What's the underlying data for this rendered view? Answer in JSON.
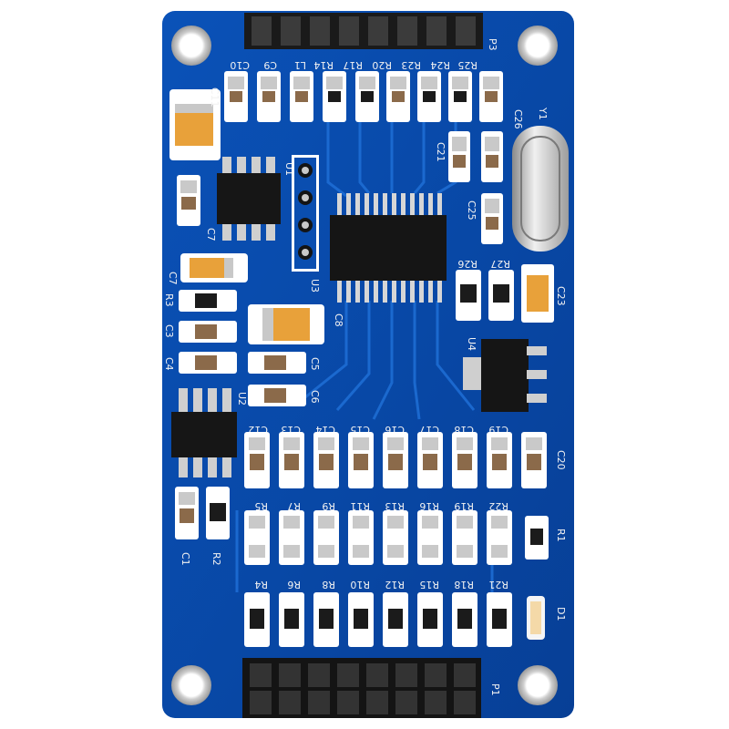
{
  "board": {
    "headers": {
      "top": "P3",
      "bottom": "P1"
    },
    "chips": {
      "adc": "U3",
      "opamp1": "U1",
      "opamp2": "U2",
      "regulator": "U4",
      "crystal": "Y1"
    },
    "top_row_labels": [
      "C10",
      "C9",
      "L1",
      "R14",
      "R17",
      "R20",
      "R23",
      "R24",
      "R25"
    ],
    "right_top_labels": [
      "C26",
      "C21",
      "C25",
      "R27",
      "R26",
      "C23"
    ],
    "left_labels": [
      "C11",
      "C7",
      "C7",
      "R3",
      "C3",
      "C4",
      "C8",
      "C5",
      "C6",
      "C1",
      "R2"
    ],
    "cap_row_labels": [
      "C12",
      "C13",
      "C14",
      "C15",
      "C16",
      "C17",
      "C18",
      "C19",
      "C20"
    ],
    "res_row1_labels": [
      "R5",
      "R7",
      "R9",
      "R11",
      "R13",
      "R16",
      "R19",
      "R22",
      "R1"
    ],
    "res_row2_labels": [
      "R4",
      "R6",
      "R8",
      "R10",
      "R12",
      "R15",
      "R18",
      "R21",
      "D1"
    ]
  }
}
